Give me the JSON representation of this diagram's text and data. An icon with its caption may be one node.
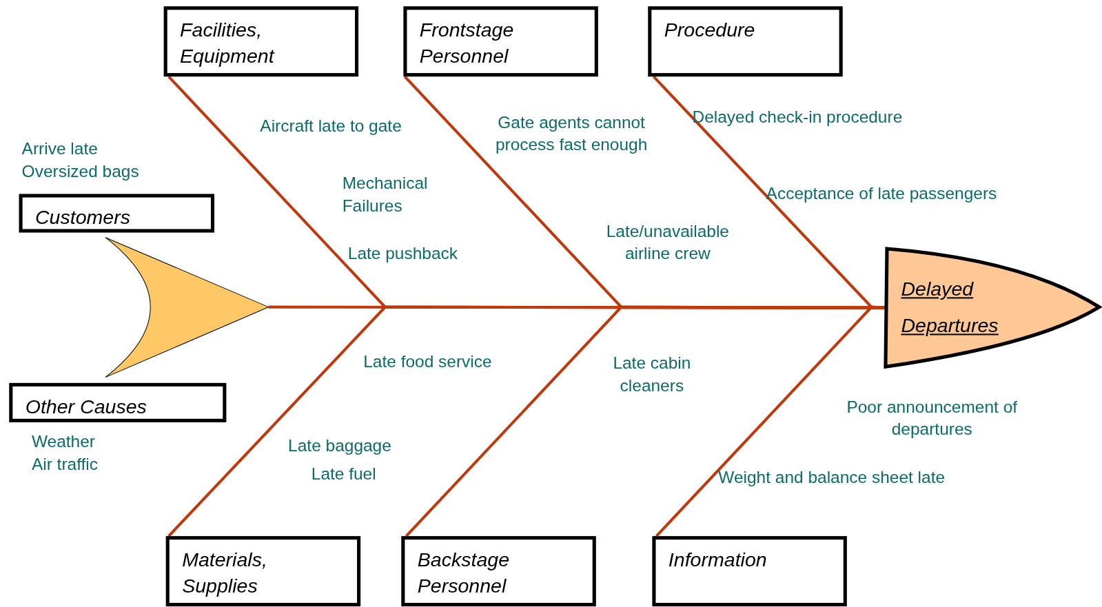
{
  "diagram": {
    "nodes": [
      {
        "text": [
          "Facilities, Equipment"
        ]
      },
      {
        "text": [
          "Frontstage Personnel"
        ]
      },
      {
        "text": [
          "Procedure"
        ]
      },
      {
        "text": [
          "Customers"
        ],
        "beside": [
          "Arrive late",
          "Oversized bags"
        ]
      },
      {
        "text": [
          "Delayed Departures"
        ]
      },
      {
        "text": [],
        "shape": "triangle"
      },
      {
        "text": [
          "Other Causes"
        ],
        "beside": [
          "Weather",
          "Air traffic"
        ]
      },
      {
        "text": [
          "Materials, Supplies"
        ]
      },
      {
        "text": [
          "Backstage Personnel"
        ]
      },
      {
        "text": [
          "Information"
        ]
      }
    ],
    "edges": [
      {
        "from": 0,
        "to": 4,
        "arrow": "none"
      },
      {
        "from": 1,
        "to": 4,
        "arrow": "none"
      },
      {
        "from": 2,
        "to": 4,
        "arrow": "none"
      },
      {
        "from": 5,
        "to": 4,
        "arrow": "none"
      },
      {
        "from": 7,
        "to": 4,
        "arrow": "none"
      },
      {
        "from": 8,
        "to": 4,
        "arrow": "none"
      },
      {
        "from": 9,
        "to": 4,
        "arrow": "none"
      }
    ],
    "labels": [
      "Aircraft late to gate",
      "Gate agents cannot process fast enough",
      "Delayed check-in procedure",
      "Mechanical Failures",
      "Acceptance of late passengers",
      "Late/unavailable airline crew",
      "Late pushback",
      "Late food service",
      "Late cabin cleaners",
      "Poor announcement of departures",
      "Late baggage",
      "Late fuel",
      "Weight and balance sheet late"
    ]
  }
}
